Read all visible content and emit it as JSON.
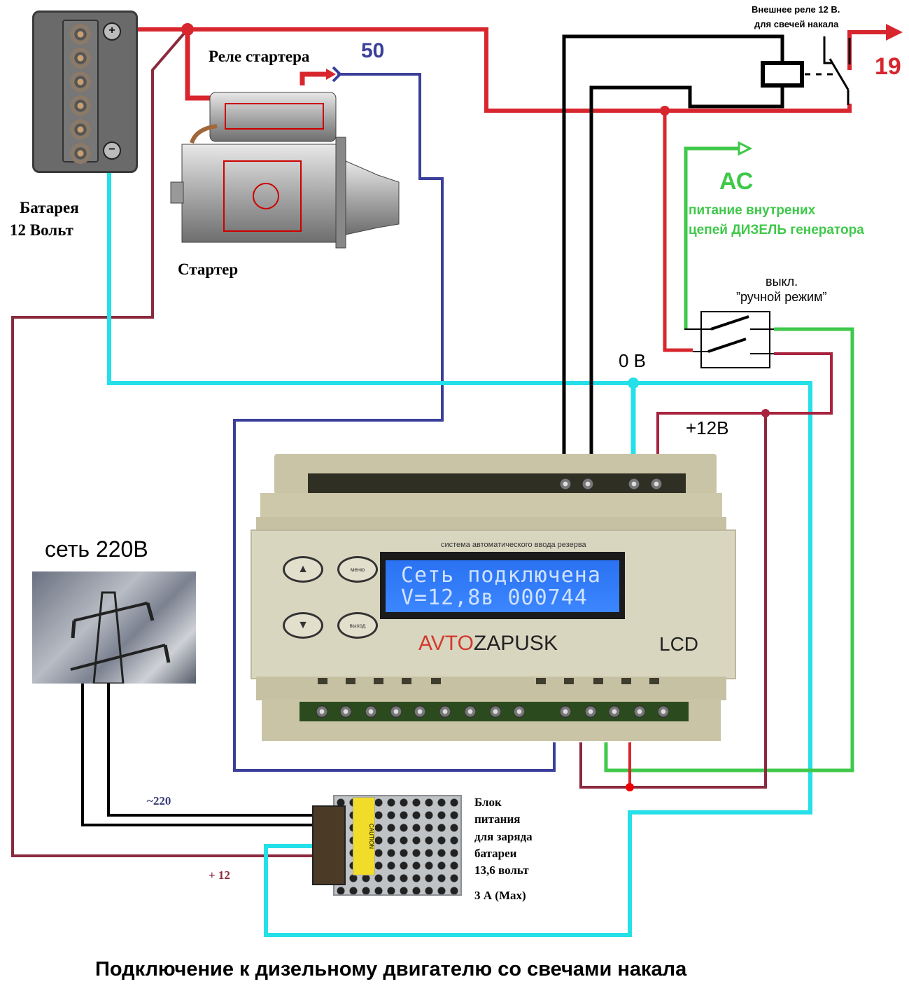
{
  "title": "Подключение  к дизельному двигателю со свечами накала",
  "battery": {
    "label_line1": "Батарея",
    "label_line2": "12 Вольт",
    "plus_symbol": "+",
    "minus_symbol": "−"
  },
  "starter": {
    "relay_label": "Реле стартера",
    "starter_label": "Стартер",
    "terminal_50": "50"
  },
  "glow_relay": {
    "label_line1": "Внешнее реле 12 В.",
    "label_line2": "для свечей накала",
    "output_terminal": "19"
  },
  "ac_output": {
    "title": "АС",
    "desc_line1": "питание внутрених",
    "desc_line2": "цепей ДИЗЕЛЬ генератора"
  },
  "manual_switch": {
    "label_line1": "выкл.",
    "label_line2": "”ручной режим”"
  },
  "rails": {
    "zero_v": "0 В",
    "plus_12v": "+12В"
  },
  "mains": {
    "label": "сеть 220В",
    "ac_label": "~220",
    "plus12_label": "+ 12"
  },
  "controller": {
    "subtitle": "система автоматического ввода резерва",
    "brand_red": "AVTO",
    "brand_dark": "ZAPUSK",
    "model": "LCD",
    "lcd_line1": "Сеть  подключена",
    "lcd_line2": " V=12,8в  000744",
    "buttons": {
      "up": "▲",
      "down": "▼",
      "menu": "меню",
      "exit": "выход"
    }
  },
  "psu": {
    "caution": "CAUTION",
    "label_line1": "Блок",
    "label_line2": "питания",
    "label_line3": "для заряда",
    "label_line4": "батареи",
    "label_line5": "13,6 вольт",
    "label_line6": "3 А (Max)"
  },
  "colors": {
    "positive_wire": "#d8262e",
    "dark_red_wire": "#8a2a3e",
    "ground_wire": "#25e0e8",
    "signal_50_wire": "#3a3f9a",
    "ac_wire": "#3fc84a",
    "control_wire": "#000000",
    "brand_red": "#d23a2e",
    "lcd_blue": "#2f7bff"
  }
}
